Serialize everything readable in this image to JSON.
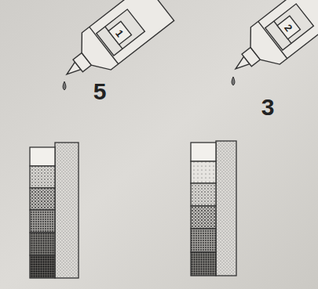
{
  "diagram": {
    "labels": [
      "1",
      "5",
      "2",
      "3"
    ]
  }
}
